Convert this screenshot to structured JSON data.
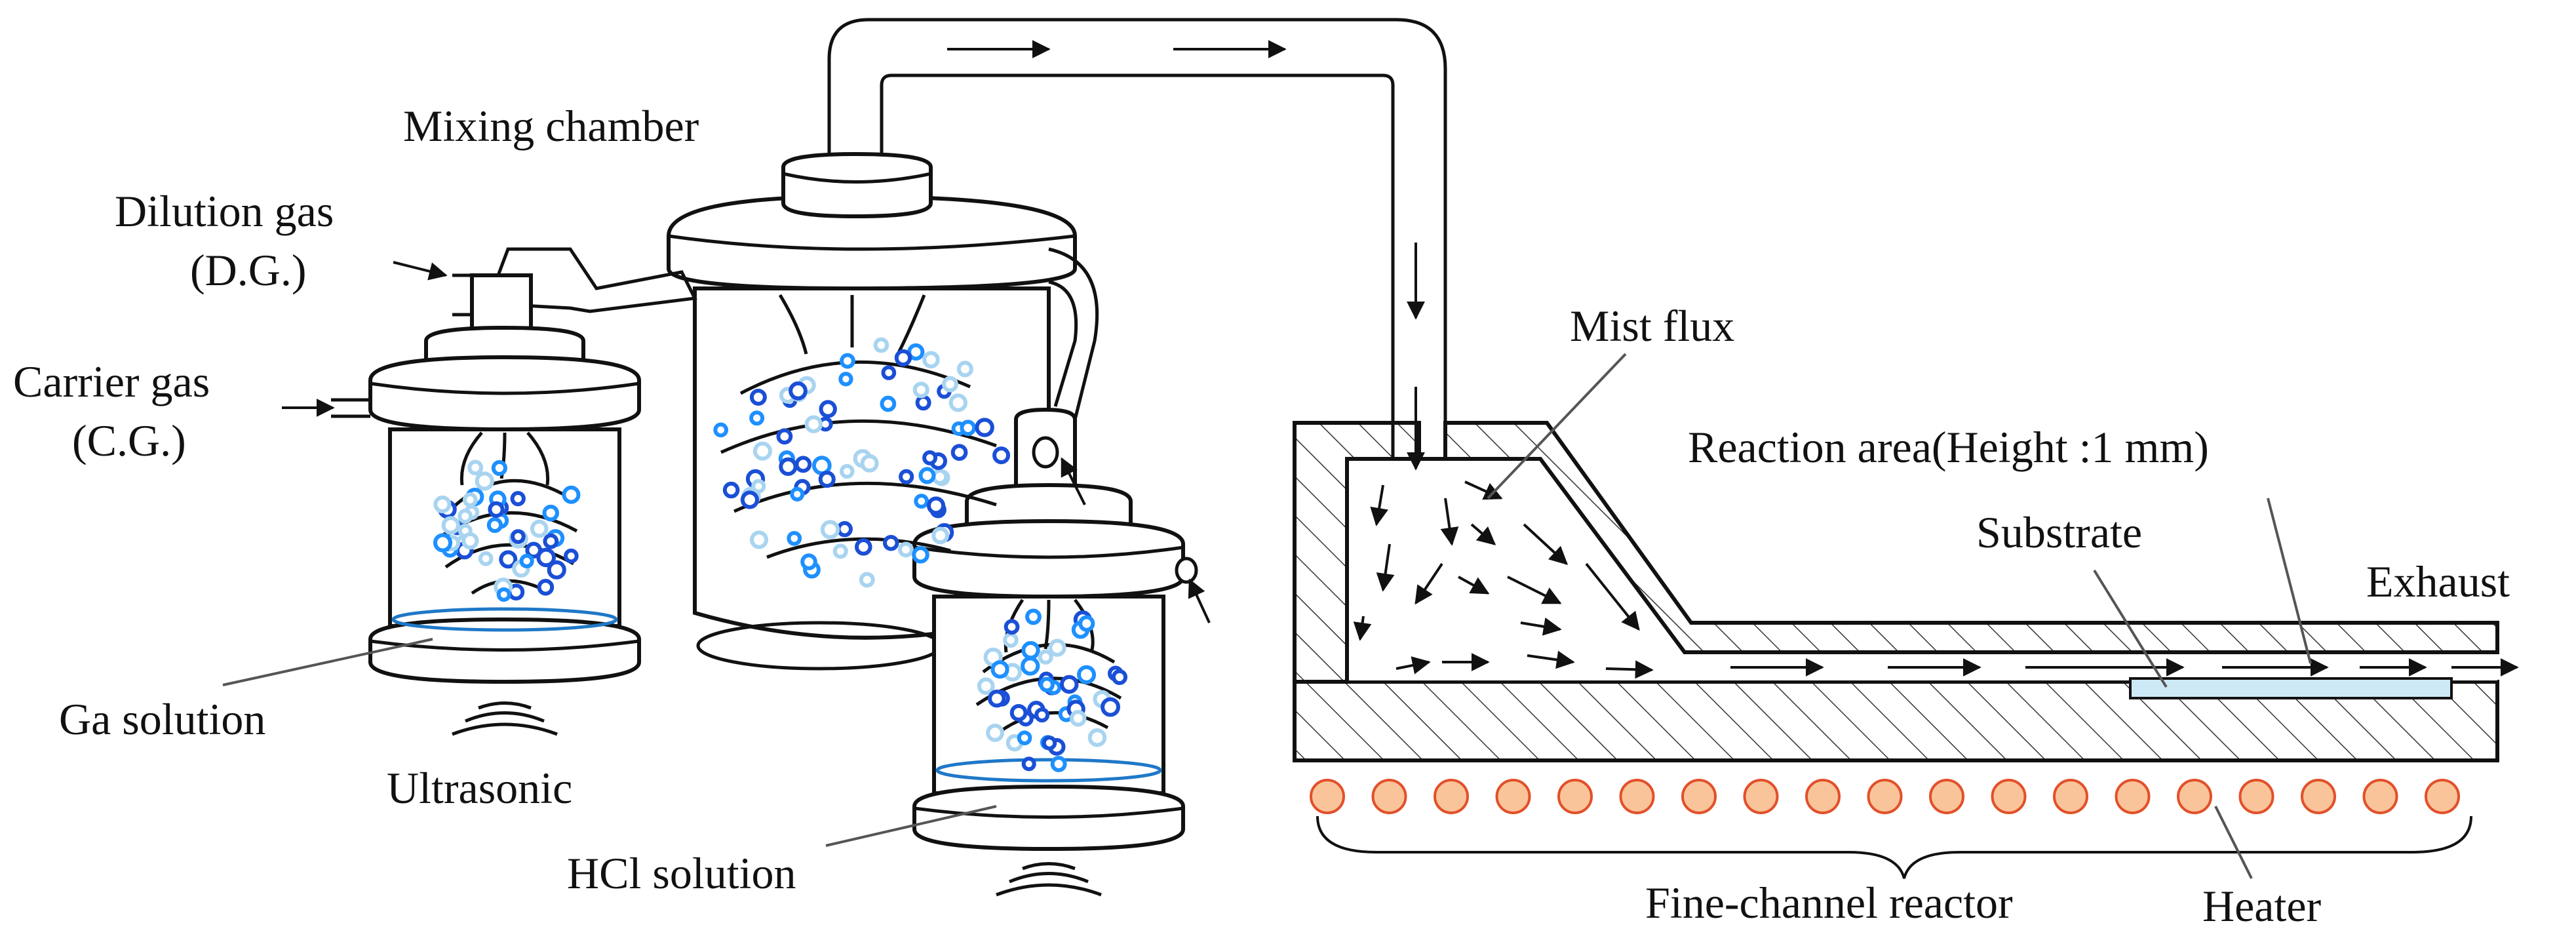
{
  "labels": {
    "mixing_chamber": "Mixing chamber",
    "dilution_gas": "Dilution gas",
    "dilution_gas_abbr": "(D.G.)",
    "carrier_gas": "Carrier gas",
    "carrier_gas_abbr": "(C.G.)",
    "ga_solution": "Ga solution",
    "ultrasonic": "Ultrasonic",
    "hcl_solution": "HCl solution",
    "mist_flux": "Mist flux",
    "reaction_area": "Reaction area(Height :1 mm)",
    "substrate": "Substrate",
    "exhaust": "Exhaust",
    "fine_channel_reactor": "Fine-channel reactor",
    "heater": "Heater"
  },
  "colors": {
    "line": "#111111",
    "solution": "#1f78c8",
    "substrate": "#cce9f5",
    "heater_fill": "#f9c49a",
    "heater_stroke": "#e2502a",
    "droplet_dark": "#1a4fd6",
    "droplet_mid": "#1e90ff",
    "droplet_light": "#a8d4f0"
  },
  "components": {
    "heater_elements": 19
  }
}
